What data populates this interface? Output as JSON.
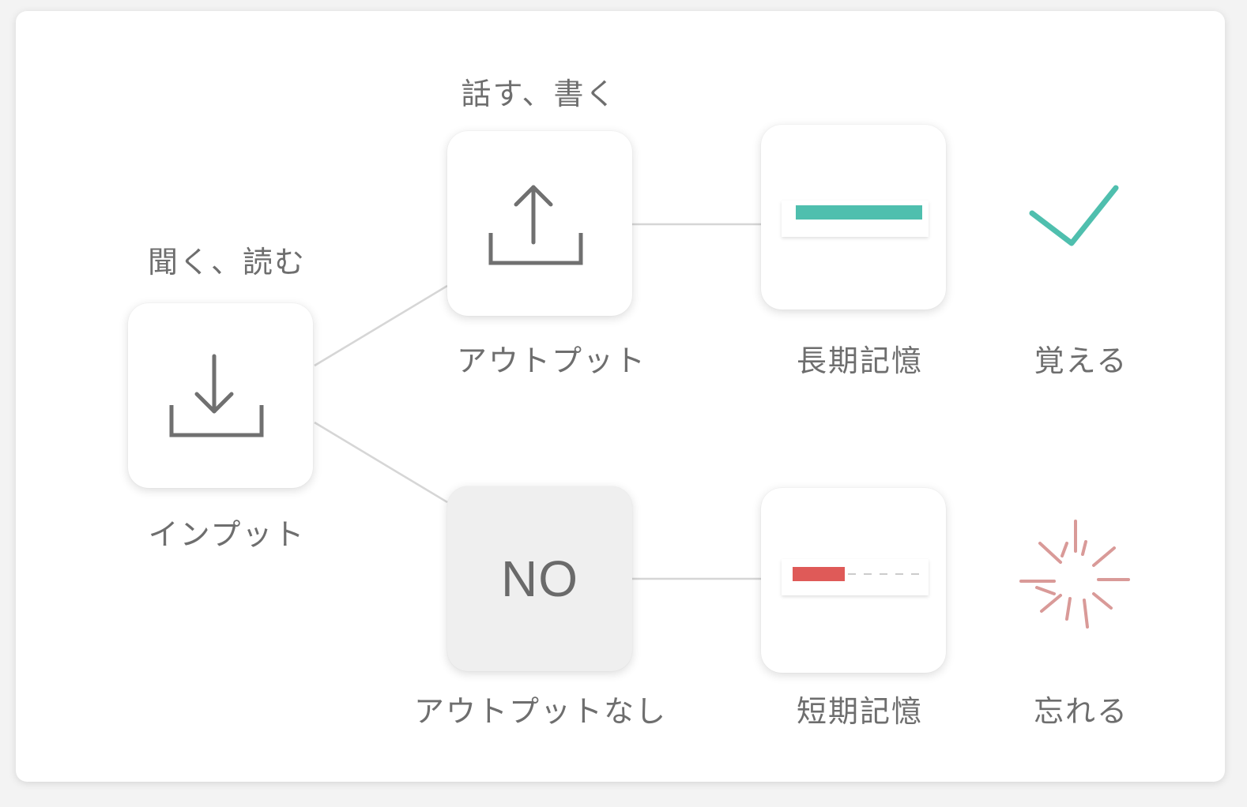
{
  "labels": {
    "input_top": "聞く、読む",
    "input_bottom": "インプット",
    "output_top": "話す、書く",
    "output_bottom": "アウトプット",
    "no_output_bottom": "アウトプットなし",
    "no_text": "NO",
    "long_term": "長期記憶",
    "short_term": "短期記憶",
    "remember": "覚える",
    "forget": "忘れる"
  },
  "colors": {
    "teal": "#4fbfae",
    "red": "#df5a58",
    "forget_burst": "#d99a98",
    "icon_gray": "#707070",
    "connector": "#d6d6d6"
  },
  "icons": {
    "input": "download-icon",
    "output": "upload-icon",
    "remember": "checkmark-icon",
    "forget": "burst-icon"
  }
}
